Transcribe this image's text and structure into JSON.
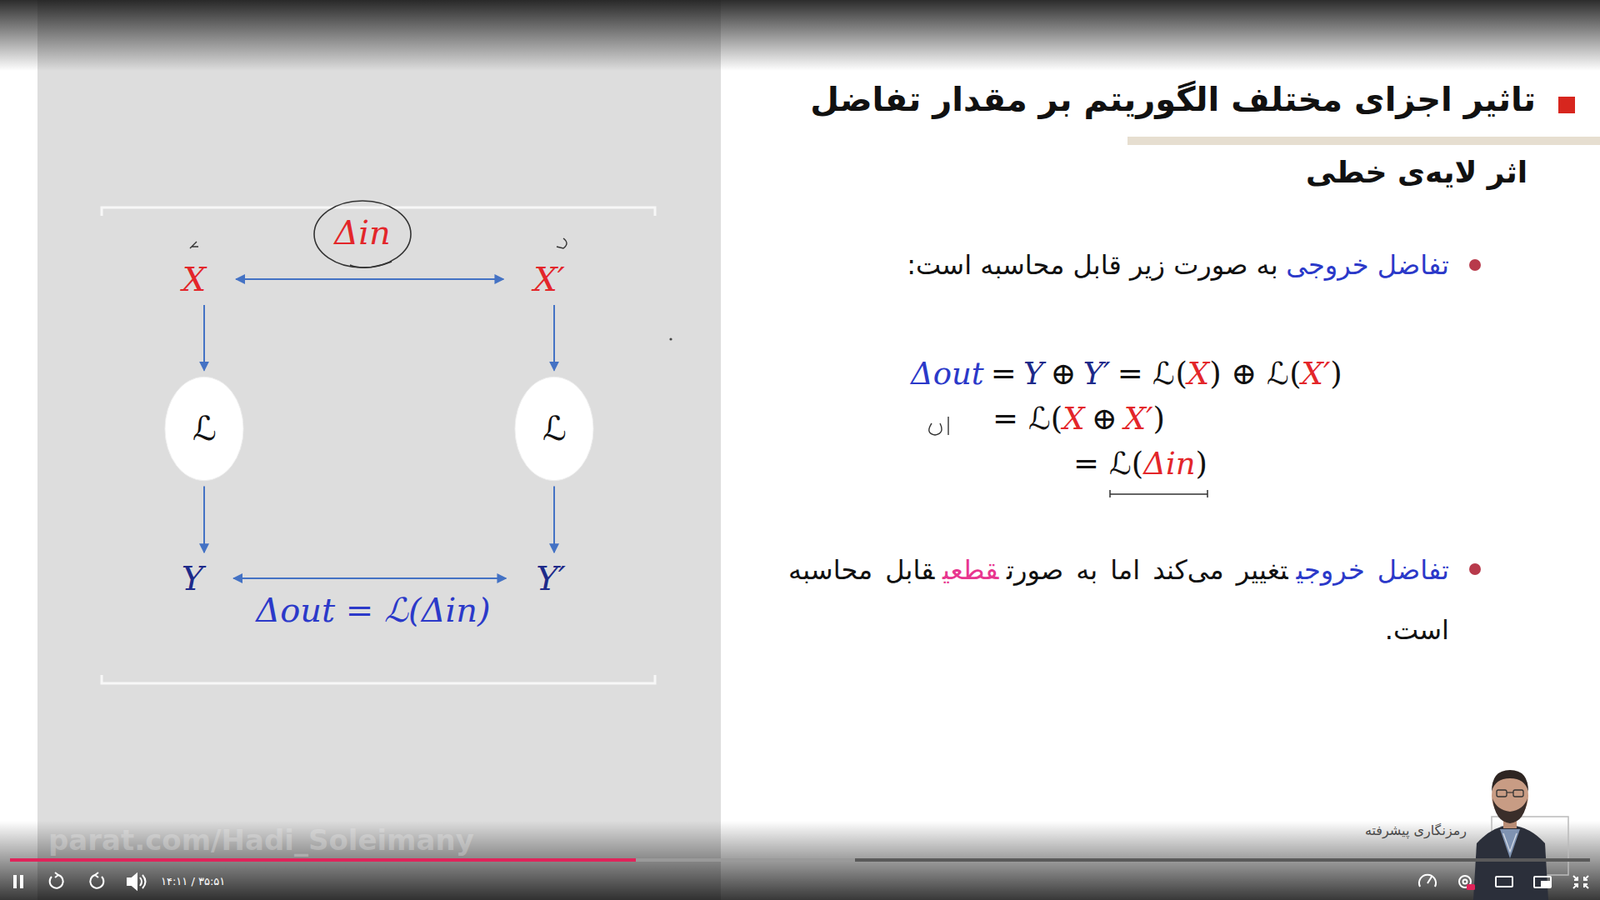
{
  "diagram": {
    "title": "تاثیر اجزای مختلف الگوریتم بر مقدار تفاضل",
    "nodes": [
      {
        "text": [
          "X"
        ]
      },
      {
        "text": [
          "X′"
        ]
      },
      {
        "text": [
          "ℒ"
        ]
      },
      {
        "text": [
          "ℒ"
        ]
      },
      {
        "text": [
          "Y"
        ]
      },
      {
        "text": [
          "Y′"
        ]
      }
    ],
    "edges": [
      {
        "from": 0,
        "to": 2,
        "arrow": "to"
      },
      {
        "from": 2,
        "to": 4,
        "arrow": "to"
      },
      {
        "from": 1,
        "to": 3,
        "arrow": "to"
      },
      {
        "from": 3,
        "to": 5,
        "arrow": "to"
      },
      {
        "from": 0,
        "to": 1,
        "arrow": "both",
        "label": "Δin"
      },
      {
        "from": 4,
        "to": 5,
        "arrow": "both",
        "label": "Δout = ℒ(Δin)"
      }
    ],
    "labels": [
      "اثر لایه‌ی خطی",
      "تفاضل خروجی",
      "به صورت زیر قابل محاسبه است:",
      "Δout",
      "=",
      "Y",
      "⊕",
      "Y′",
      "= ℒ(",
      "X",
      ") ⊕ ℒ(",
      "X′",
      ")",
      "= ℒ(",
      "X",
      "⊕",
      "X′",
      ")",
      "= ℒ(",
      "Δin",
      ")",
      "تفاضل خروجی",
      "تغییر می‌کند اما به صورت",
      "قطعی",
      "قابل محاسبه است.",
      "رمزنگاری پیشرفته",
      "۱۴:۱۱ / ۳۵:۵۱",
      "parat.com/Hadi_Soleimany"
    ]
  }
}
